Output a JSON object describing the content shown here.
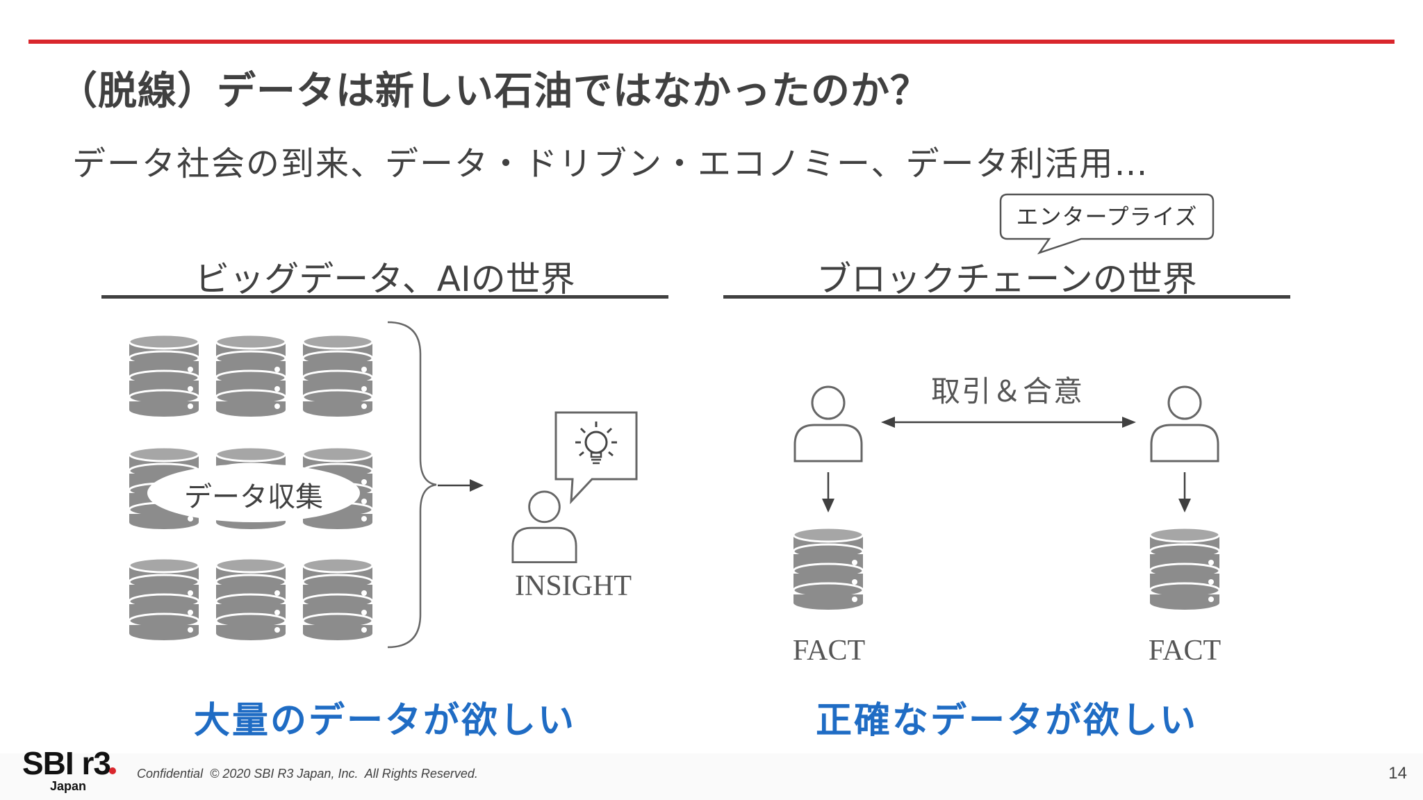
{
  "slide": {
    "title": "（脱線）データは新しい石油ではなかったのか？",
    "subtitle": "データ社会の到来、データ・ドリブン・エコノミー、データ利活用…",
    "left_section": {
      "title": "ビッグデータ、AIの世界",
      "collect_label": "データ収集",
      "insight_label": "INSIGHT",
      "conclusion": "大量のデータが欲しい"
    },
    "right_section": {
      "callout": "エンタープライズ",
      "title": "ブロックチェーンの世界",
      "exchange_label": "取引＆合意",
      "fact_left": "FACT",
      "fact_right": "FACT",
      "conclusion": "正確なデータが欲しい"
    },
    "footer": {
      "logo_text": "SBI r3",
      "logo_sub": "Japan",
      "copyright": "Confidential  © 2020 SBI R3 Japan, Inc.  All Rights Reserved.",
      "page_number": "14"
    },
    "colors": {
      "accent_bar": "#d9262c",
      "highlight_text": "#1f6cc4",
      "body_text": "#404040",
      "database_fill": "#8c8c8c"
    },
    "icons": [
      "database-icon",
      "person-icon",
      "lightbulb-icon",
      "speech-bubble-icon",
      "brace-icon",
      "arrow-icon"
    ]
  }
}
